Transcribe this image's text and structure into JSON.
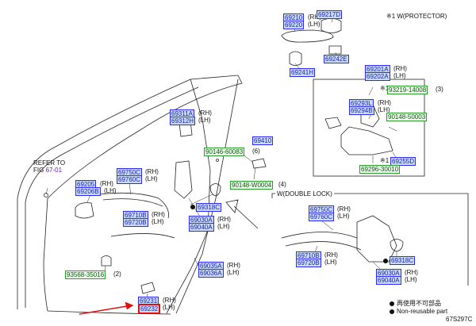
{
  "protector_note": "※1 W(PROTECTOR)",
  "double_lock_label": "W(DOUBLE LOCK)",
  "refer_to": "REFER TO",
  "fig_prefix": "FIG",
  "fig_ref": "67-01",
  "legend": {
    "jp": "再使用不可部品",
    "en": "Non-reusable part"
  },
  "figure_id": "67S297C",
  "mark_star": "※1",
  "colors": {
    "link_fill": "#c9dcff",
    "link_border": "#2a2aff",
    "arrow": "#e01010"
  },
  "parts": [
    {
      "id": "p69210",
      "code": "69210",
      "suffix": "(RH)"
    },
    {
      "id": "p69220",
      "code": "69220",
      "suffix": "(LH)"
    },
    {
      "id": "p69217D",
      "code": "69217D",
      "suffix": ""
    },
    {
      "id": "p69242E",
      "code": "69242E",
      "suffix": ""
    },
    {
      "id": "p69241H",
      "code": "69241H",
      "suffix": ""
    },
    {
      "id": "p69201A",
      "code": "69201A",
      "suffix": "(RH)"
    },
    {
      "id": "p69202A",
      "code": "69202A",
      "suffix": "(LH)"
    },
    {
      "id": "p9321914008",
      "code": "93219-14008",
      "suffix": "(3)"
    },
    {
      "id": "p69293L",
      "code": "69293L",
      "suffix": "(RH)"
    },
    {
      "id": "p69294B",
      "code": "69294B",
      "suffix": "(LH)"
    },
    {
      "id": "p9014850003",
      "code": "90148-50003",
      "suffix": ""
    },
    {
      "id": "p69255D",
      "code": "69255D",
      "suffix": ""
    },
    {
      "id": "p6929630010",
      "code": "69296-30010",
      "suffix": ""
    },
    {
      "id": "p69311A",
      "code": "69311A",
      "suffix": "(RH)"
    },
    {
      "id": "p69312H",
      "code": "69312H",
      "suffix": "(LH)"
    },
    {
      "id": "p69410",
      "code": "69410",
      "suffix": ""
    },
    {
      "id": "p9014660083",
      "code": "90146-60083",
      "suffix": "(6)"
    },
    {
      "id": "p90148W0004",
      "code": "90148-W0004",
      "suffix": "(4)"
    },
    {
      "id": "p69205",
      "code": "69205",
      "suffix": "(RH)"
    },
    {
      "id": "p69206B",
      "code": "69206B",
      "suffix": "(LH)"
    },
    {
      "id": "p69750C",
      "code": "69750C",
      "suffix": "(RH)"
    },
    {
      "id": "p69760C",
      "code": "69760C",
      "suffix": "(LH)"
    },
    {
      "id": "p69710B",
      "code": "69710B",
      "suffix": "(RH)"
    },
    {
      "id": "p69720B",
      "code": "69720B",
      "suffix": "(LH)"
    },
    {
      "id": "p69318C",
      "code": "69318C",
      "suffix": ""
    },
    {
      "id": "p69030A",
      "code": "69030A",
      "suffix": "(RH)"
    },
    {
      "id": "p69040A",
      "code": "69040A",
      "suffix": "(LH)"
    },
    {
      "id": "p69035A",
      "code": "69035A",
      "suffix": "(RH)"
    },
    {
      "id": "p69036A",
      "code": "69036A",
      "suffix": "(LH)"
    },
    {
      "id": "p9356835016",
      "code": "93568-35016",
      "suffix": "(2)"
    },
    {
      "id": "p69231",
      "code": "69231",
      "suffix": "(RH)"
    },
    {
      "id": "p69232",
      "code": "69232",
      "suffix": "(LH)"
    },
    {
      "id": "p69750C_b",
      "code": "69750C",
      "suffix": "(RH)"
    },
    {
      "id": "p69760C_b",
      "code": "69760C",
      "suffix": "(LH)"
    },
    {
      "id": "p69710B_b",
      "code": "69710B",
      "suffix": "(RH)"
    },
    {
      "id": "p69720B_b",
      "code": "69720B",
      "suffix": "(LH)"
    },
    {
      "id": "p69318C_b",
      "code": "69318C",
      "suffix": ""
    },
    {
      "id": "p69030A_b",
      "code": "69030A",
      "suffix": "(RH)"
    },
    {
      "id": "p69040A_b",
      "code": "69040A",
      "suffix": "(LH)"
    }
  ]
}
